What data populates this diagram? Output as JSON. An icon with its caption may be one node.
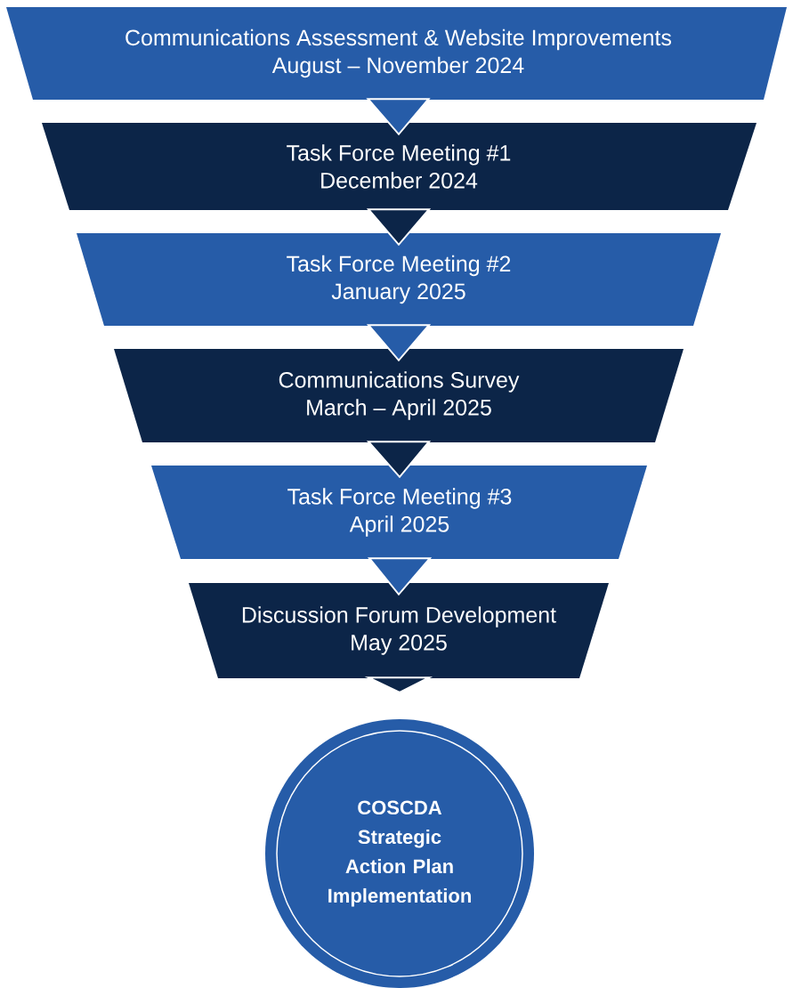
{
  "diagram": {
    "nodes": [
      {
        "text": [
          "Communications Assessment & Website Improvements",
          "August – November 2024"
        ]
      },
      {
        "text": [
          "Task Force Meeting #1",
          "December 2024"
        ]
      },
      {
        "text": [
          "Task Force Meeting #2",
          "January 2025"
        ]
      },
      {
        "text": [
          "Communications Survey",
          "March – April 2025"
        ]
      },
      {
        "text": [
          "Task Force Meeting #3",
          "April 2025"
        ]
      },
      {
        "text": [
          "Discussion Forum Development",
          "May 2025"
        ]
      },
      {
        "text": [
          "COSCDA Strategic Action Plan Implementation"
        ]
      }
    ],
    "edges": [
      {
        "from": 0,
        "to": 1,
        "arrow": "to"
      },
      {
        "from": 1,
        "to": 2,
        "arrow": "to"
      },
      {
        "from": 2,
        "to": 3,
        "arrow": "to"
      },
      {
        "from": 3,
        "to": 4,
        "arrow": "to"
      },
      {
        "from": 4,
        "to": 5,
        "arrow": "to"
      },
      {
        "from": 5,
        "to": 6,
        "arrow": "to"
      }
    ]
  }
}
